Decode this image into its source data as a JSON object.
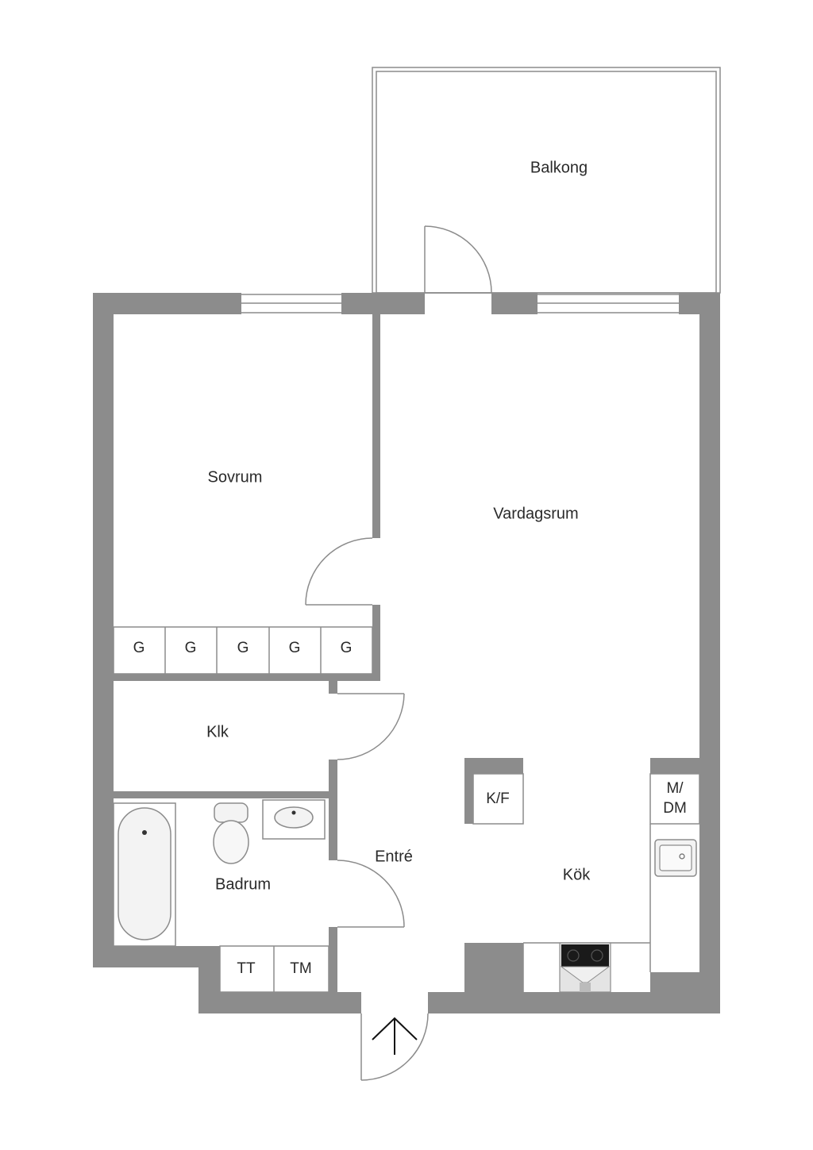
{
  "rooms": {
    "balcony": "Balkong",
    "bedroom": "Sovrum",
    "living_room": "Vardagsrum",
    "closet": "Klk",
    "bathroom": "Badrum",
    "hall": "Entré",
    "kitchen": "Kök"
  },
  "wardrobes": [
    "G",
    "G",
    "G",
    "G",
    "G"
  ],
  "fixtures": {
    "fridge_freezer": "K/F",
    "micro_dishwasher_line1": "M/",
    "micro_dishwasher_line2": "DM",
    "dryer": "TT",
    "washer": "TM"
  },
  "colors": {
    "wall": "#8c8c8c",
    "background": "#ffffff"
  }
}
